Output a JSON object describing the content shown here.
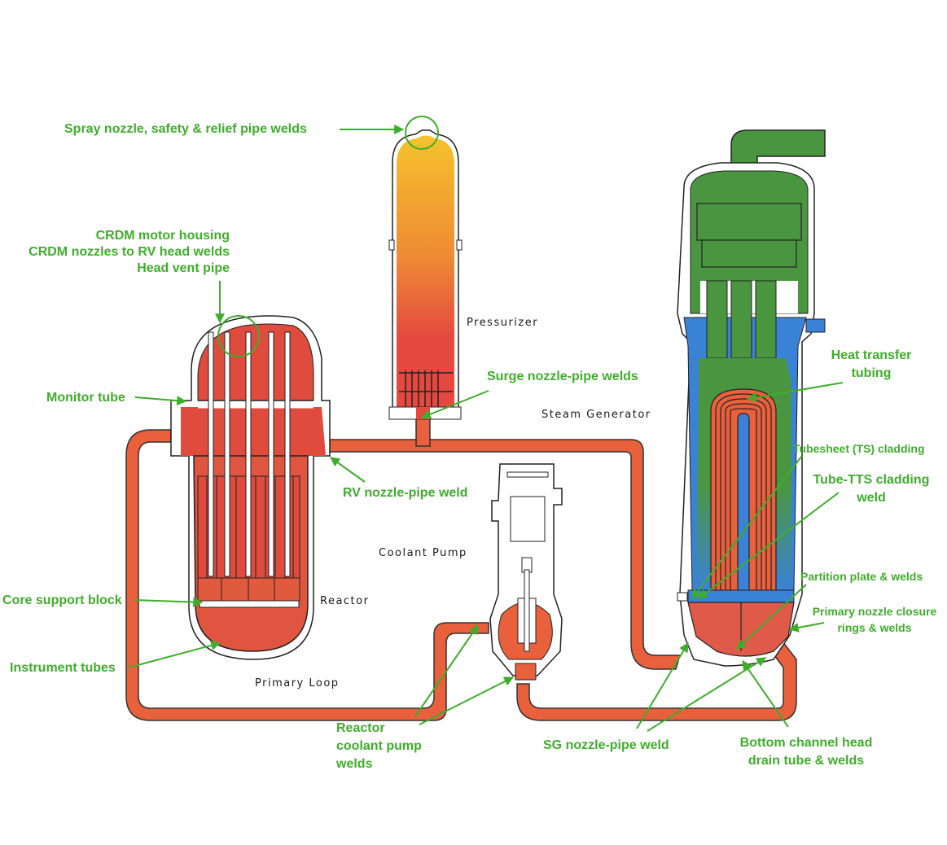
{
  "title": "PWR primary system weld and component locations",
  "colors": {
    "annotation": "#3fad2c",
    "primary_coolant": "#e8603c",
    "reactor_fill": "#df4b3c",
    "pressurizer_top": "#f6c22c",
    "pressurizer_bottom": "#e5483f",
    "secondary_steam": "#4a9640",
    "secondary_water": "#3a82d6",
    "outline": "#222222"
  },
  "components": {
    "reactor": "Reactor",
    "pressurizer": "Pressurizer",
    "steam_generator": "Steam Generator",
    "coolant_pump": "Coolant Pump",
    "primary_loop": "Primary Loop"
  },
  "annotations": {
    "spray_nozzle": "Spray nozzle, safety & relief pipe welds",
    "crdm": [
      "CRDM motor housing",
      "CRDM nozzles to RV head welds",
      "Head vent pipe"
    ],
    "monitor_tube": "Monitor tube",
    "surge_nozzle": "Surge nozzle-pipe welds",
    "rv_nozzle": "RV nozzle-pipe weld",
    "core_support": "Core support block",
    "instrument_tubes": "Instrument tubes",
    "rcp_welds": [
      "Reactor",
      "coolant pump",
      "welds"
    ],
    "heat_transfer": [
      "Heat transfer",
      "tubing"
    ],
    "tubesheet": "Tubesheet (TS) cladding",
    "tube_tts": [
      "Tube-TTS cladding",
      "weld"
    ],
    "partition": "Partition plate & welds",
    "primary_nozzle": [
      "Primary nozzle closure",
      "rings & welds"
    ],
    "sg_nozzle": "SG nozzle-pipe weld",
    "bottom_channel": [
      "Bottom channel head",
      "drain tube & welds"
    ]
  }
}
